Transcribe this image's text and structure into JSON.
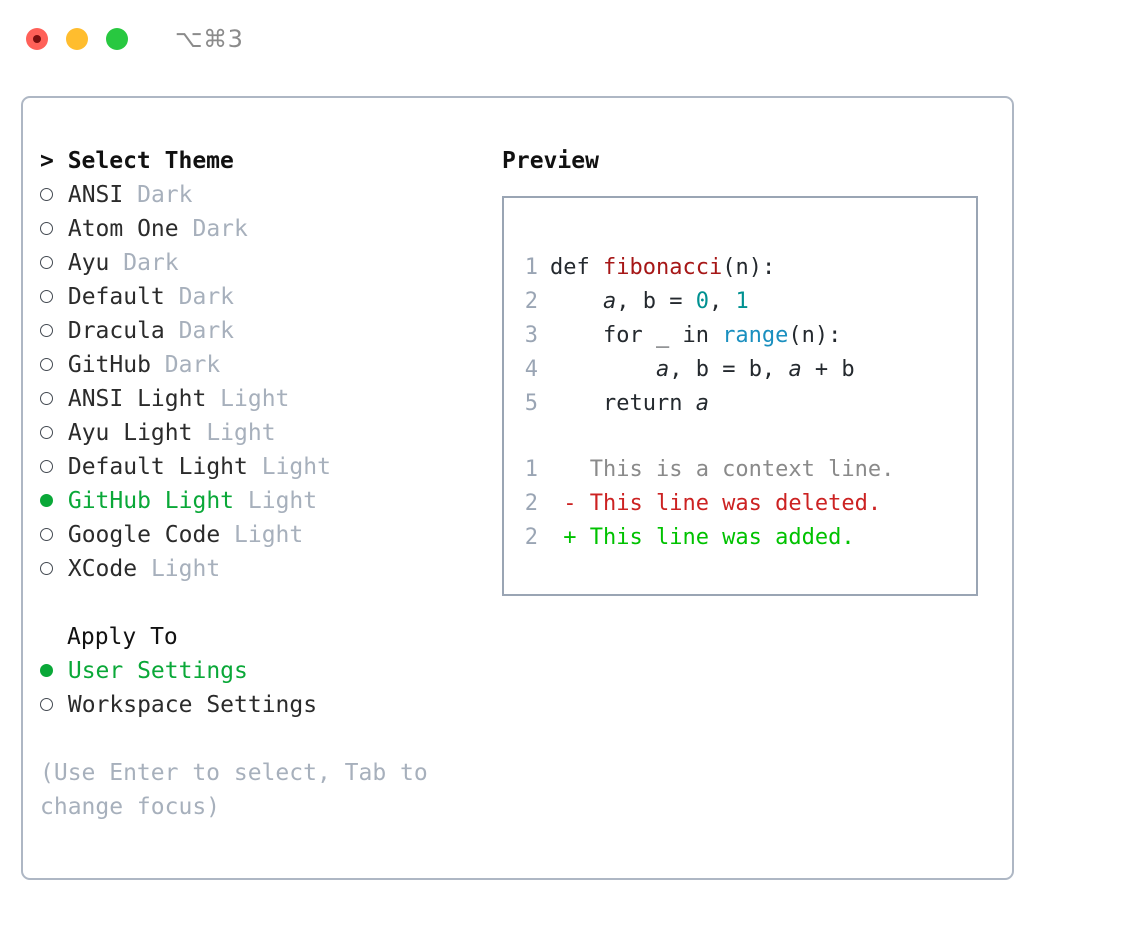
{
  "titlebar": {
    "shortcut": "⌥⌘3",
    "lights": [
      {
        "name": "close",
        "color": "#ff6058"
      },
      {
        "name": "minimize",
        "color": "#ffbd2e"
      },
      {
        "name": "maximize",
        "color": "#28c840"
      }
    ]
  },
  "theme_picker": {
    "header": "> Select Theme",
    "options": [
      {
        "label": "ANSI",
        "kind": "Dark",
        "selected": false
      },
      {
        "label": "Atom One",
        "kind": "Dark",
        "selected": false
      },
      {
        "label": "Ayu",
        "kind": "Dark",
        "selected": false
      },
      {
        "label": "Default",
        "kind": "Dark",
        "selected": false
      },
      {
        "label": "Dracula",
        "kind": "Dark",
        "selected": false
      },
      {
        "label": "GitHub",
        "kind": "Dark",
        "selected": false
      },
      {
        "label": "ANSI Light",
        "kind": "Light",
        "selected": false
      },
      {
        "label": "Ayu Light",
        "kind": "Light",
        "selected": false
      },
      {
        "label": "Default Light",
        "kind": "Light",
        "selected": false
      },
      {
        "label": "GitHub Light",
        "kind": "Light",
        "selected": true
      },
      {
        "label": "Google Code",
        "kind": "Light",
        "selected": false
      },
      {
        "label": "XCode",
        "kind": "Light",
        "selected": false
      }
    ]
  },
  "apply_to": {
    "header": "Apply To",
    "options": [
      {
        "label": "User Settings",
        "selected": true
      },
      {
        "label": "Workspace Settings",
        "selected": false
      }
    ]
  },
  "hint": "(Use Enter to select, Tab to change focus)",
  "preview": {
    "title": "Preview",
    "code_lines": [
      {
        "number": "1",
        "tokens": [
          {
            "text": "def ",
            "type": "plain"
          },
          {
            "text": "fibonacci",
            "type": "fn"
          },
          {
            "text": "(n):",
            "type": "plain"
          }
        ]
      },
      {
        "number": "2",
        "tokens": [
          {
            "text": "    ",
            "type": "plain"
          },
          {
            "text": "a",
            "type": "var"
          },
          {
            "text": ", ",
            "type": "plain"
          },
          {
            "text": "b",
            "type": "plain"
          },
          {
            "text": " = ",
            "type": "plain"
          },
          {
            "text": "0",
            "type": "num"
          },
          {
            "text": ", ",
            "type": "plain"
          },
          {
            "text": "1",
            "type": "num"
          }
        ]
      },
      {
        "number": "3",
        "tokens": [
          {
            "text": "    for _ in ",
            "type": "plain"
          },
          {
            "text": "range",
            "type": "builtin"
          },
          {
            "text": "(n):",
            "type": "plain"
          }
        ]
      },
      {
        "number": "4",
        "tokens": [
          {
            "text": "        ",
            "type": "plain"
          },
          {
            "text": "a",
            "type": "var"
          },
          {
            "text": ", b = b, ",
            "type": "plain"
          },
          {
            "text": "a",
            "type": "var"
          },
          {
            "text": " + b",
            "type": "plain"
          }
        ]
      },
      {
        "number": "5",
        "tokens": [
          {
            "text": "    return ",
            "type": "plain"
          },
          {
            "text": "a",
            "type": "var"
          }
        ]
      }
    ],
    "diff_lines": [
      {
        "number": "1",
        "marker": " ",
        "text": "This is a context line.",
        "kind": "context"
      },
      {
        "number": "2",
        "marker": "-",
        "text": "This line was deleted.",
        "kind": "deleted"
      },
      {
        "number": "2",
        "marker": "+",
        "text": "This line was added.",
        "kind": "added"
      }
    ]
  },
  "colors": {
    "accent_green": "#0aa838",
    "dim": "#a7b0bc",
    "border": "#aeb7c4",
    "code_border": "#9aa5b4",
    "fn_red": "#a61717",
    "num_teal": "#009191",
    "builtin_blue": "#1a8fbf",
    "diff_add": "#00c200",
    "diff_del": "#cc2222",
    "diff_ctx": "#8a8a8a"
  }
}
